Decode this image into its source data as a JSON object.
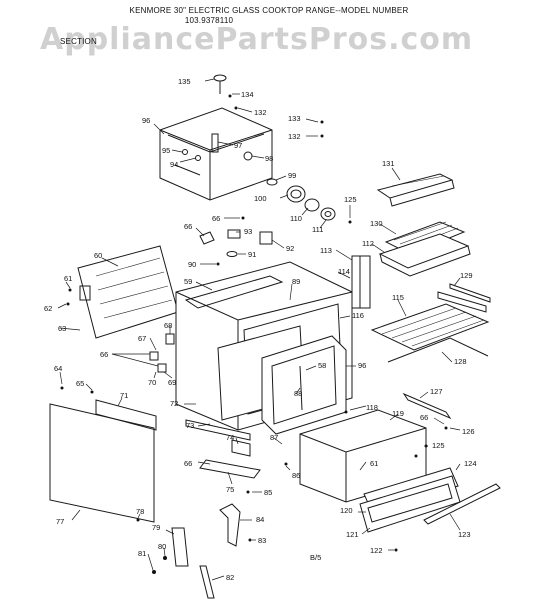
{
  "header": {
    "line1": "KENMORE 30\" ELECTRIC GLASS COOKTOP RANGE--MODEL NUMBER",
    "line2": "103.9378110",
    "line3": "SECTION",
    "watermark": "AppliancePartsPros.com"
  },
  "callouts": [
    {
      "id": "135",
      "label": "135"
    },
    {
      "id": "134",
      "label": "134"
    },
    {
      "id": "132a",
      "label": "132"
    },
    {
      "id": "133",
      "label": "133"
    },
    {
      "id": "132b",
      "label": "132"
    },
    {
      "id": "96a",
      "label": "96"
    },
    {
      "id": "97",
      "label": "97"
    },
    {
      "id": "95",
      "label": "95"
    },
    {
      "id": "94",
      "label": "94"
    },
    {
      "id": "98",
      "label": "98"
    },
    {
      "id": "99",
      "label": "99"
    },
    {
      "id": "100",
      "label": "100"
    },
    {
      "id": "110",
      "label": "110"
    },
    {
      "id": "125a",
      "label": "125"
    },
    {
      "id": "111",
      "label": "111"
    },
    {
      "id": "131",
      "label": "131"
    },
    {
      "id": "130",
      "label": "130"
    },
    {
      "id": "112",
      "label": "112"
    },
    {
      "id": "66a",
      "label": "66"
    },
    {
      "id": "93",
      "label": "93"
    },
    {
      "id": "66b",
      "label": "66"
    },
    {
      "id": "92",
      "label": "92"
    },
    {
      "id": "113",
      "label": "113"
    },
    {
      "id": "91",
      "label": "91"
    },
    {
      "id": "90",
      "label": "90"
    },
    {
      "id": "114",
      "label": "114"
    },
    {
      "id": "60",
      "label": "60"
    },
    {
      "id": "59",
      "label": "59"
    },
    {
      "id": "89",
      "label": "89"
    },
    {
      "id": "129",
      "label": "129"
    },
    {
      "id": "61",
      "label": "61"
    },
    {
      "id": "62",
      "label": "62"
    },
    {
      "id": "115",
      "label": "115"
    },
    {
      "id": "116",
      "label": "116"
    },
    {
      "id": "63",
      "label": "63"
    },
    {
      "id": "68",
      "label": "68"
    },
    {
      "id": "67",
      "label": "67"
    },
    {
      "id": "66c",
      "label": "66"
    },
    {
      "id": "58",
      "label": "58"
    },
    {
      "id": "96b",
      "label": "96"
    },
    {
      "id": "128",
      "label": "128"
    },
    {
      "id": "64",
      "label": "64"
    },
    {
      "id": "70",
      "label": "70"
    },
    {
      "id": "69",
      "label": "69"
    },
    {
      "id": "65",
      "label": "65"
    },
    {
      "id": "71",
      "label": "71"
    },
    {
      "id": "88",
      "label": "88"
    },
    {
      "id": "127",
      "label": "127"
    },
    {
      "id": "72",
      "label": "72"
    },
    {
      "id": "118",
      "label": "118"
    },
    {
      "id": "119",
      "label": "119"
    },
    {
      "id": "66d",
      "label": "66"
    },
    {
      "id": "126",
      "label": "126"
    },
    {
      "id": "73",
      "label": "73"
    },
    {
      "id": "74",
      "label": "74"
    },
    {
      "id": "87",
      "label": "87"
    },
    {
      "id": "125b",
      "label": "125"
    },
    {
      "id": "66e",
      "label": "66"
    },
    {
      "id": "86",
      "label": "86"
    },
    {
      "id": "61b",
      "label": "61"
    },
    {
      "id": "124",
      "label": "124"
    },
    {
      "id": "75",
      "label": "75"
    },
    {
      "id": "85",
      "label": "85"
    },
    {
      "id": "77",
      "label": "77"
    },
    {
      "id": "78",
      "label": "78"
    },
    {
      "id": "84",
      "label": "84"
    },
    {
      "id": "120",
      "label": "120"
    },
    {
      "id": "79",
      "label": "79"
    },
    {
      "id": "83",
      "label": "83"
    },
    {
      "id": "121",
      "label": "121"
    },
    {
      "id": "123",
      "label": "123"
    },
    {
      "id": "80",
      "label": "80"
    },
    {
      "id": "81",
      "label": "81"
    },
    {
      "id": "122",
      "label": "122"
    },
    {
      "id": "82",
      "label": "82"
    },
    {
      "id": "page",
      "label": "B/5"
    }
  ]
}
